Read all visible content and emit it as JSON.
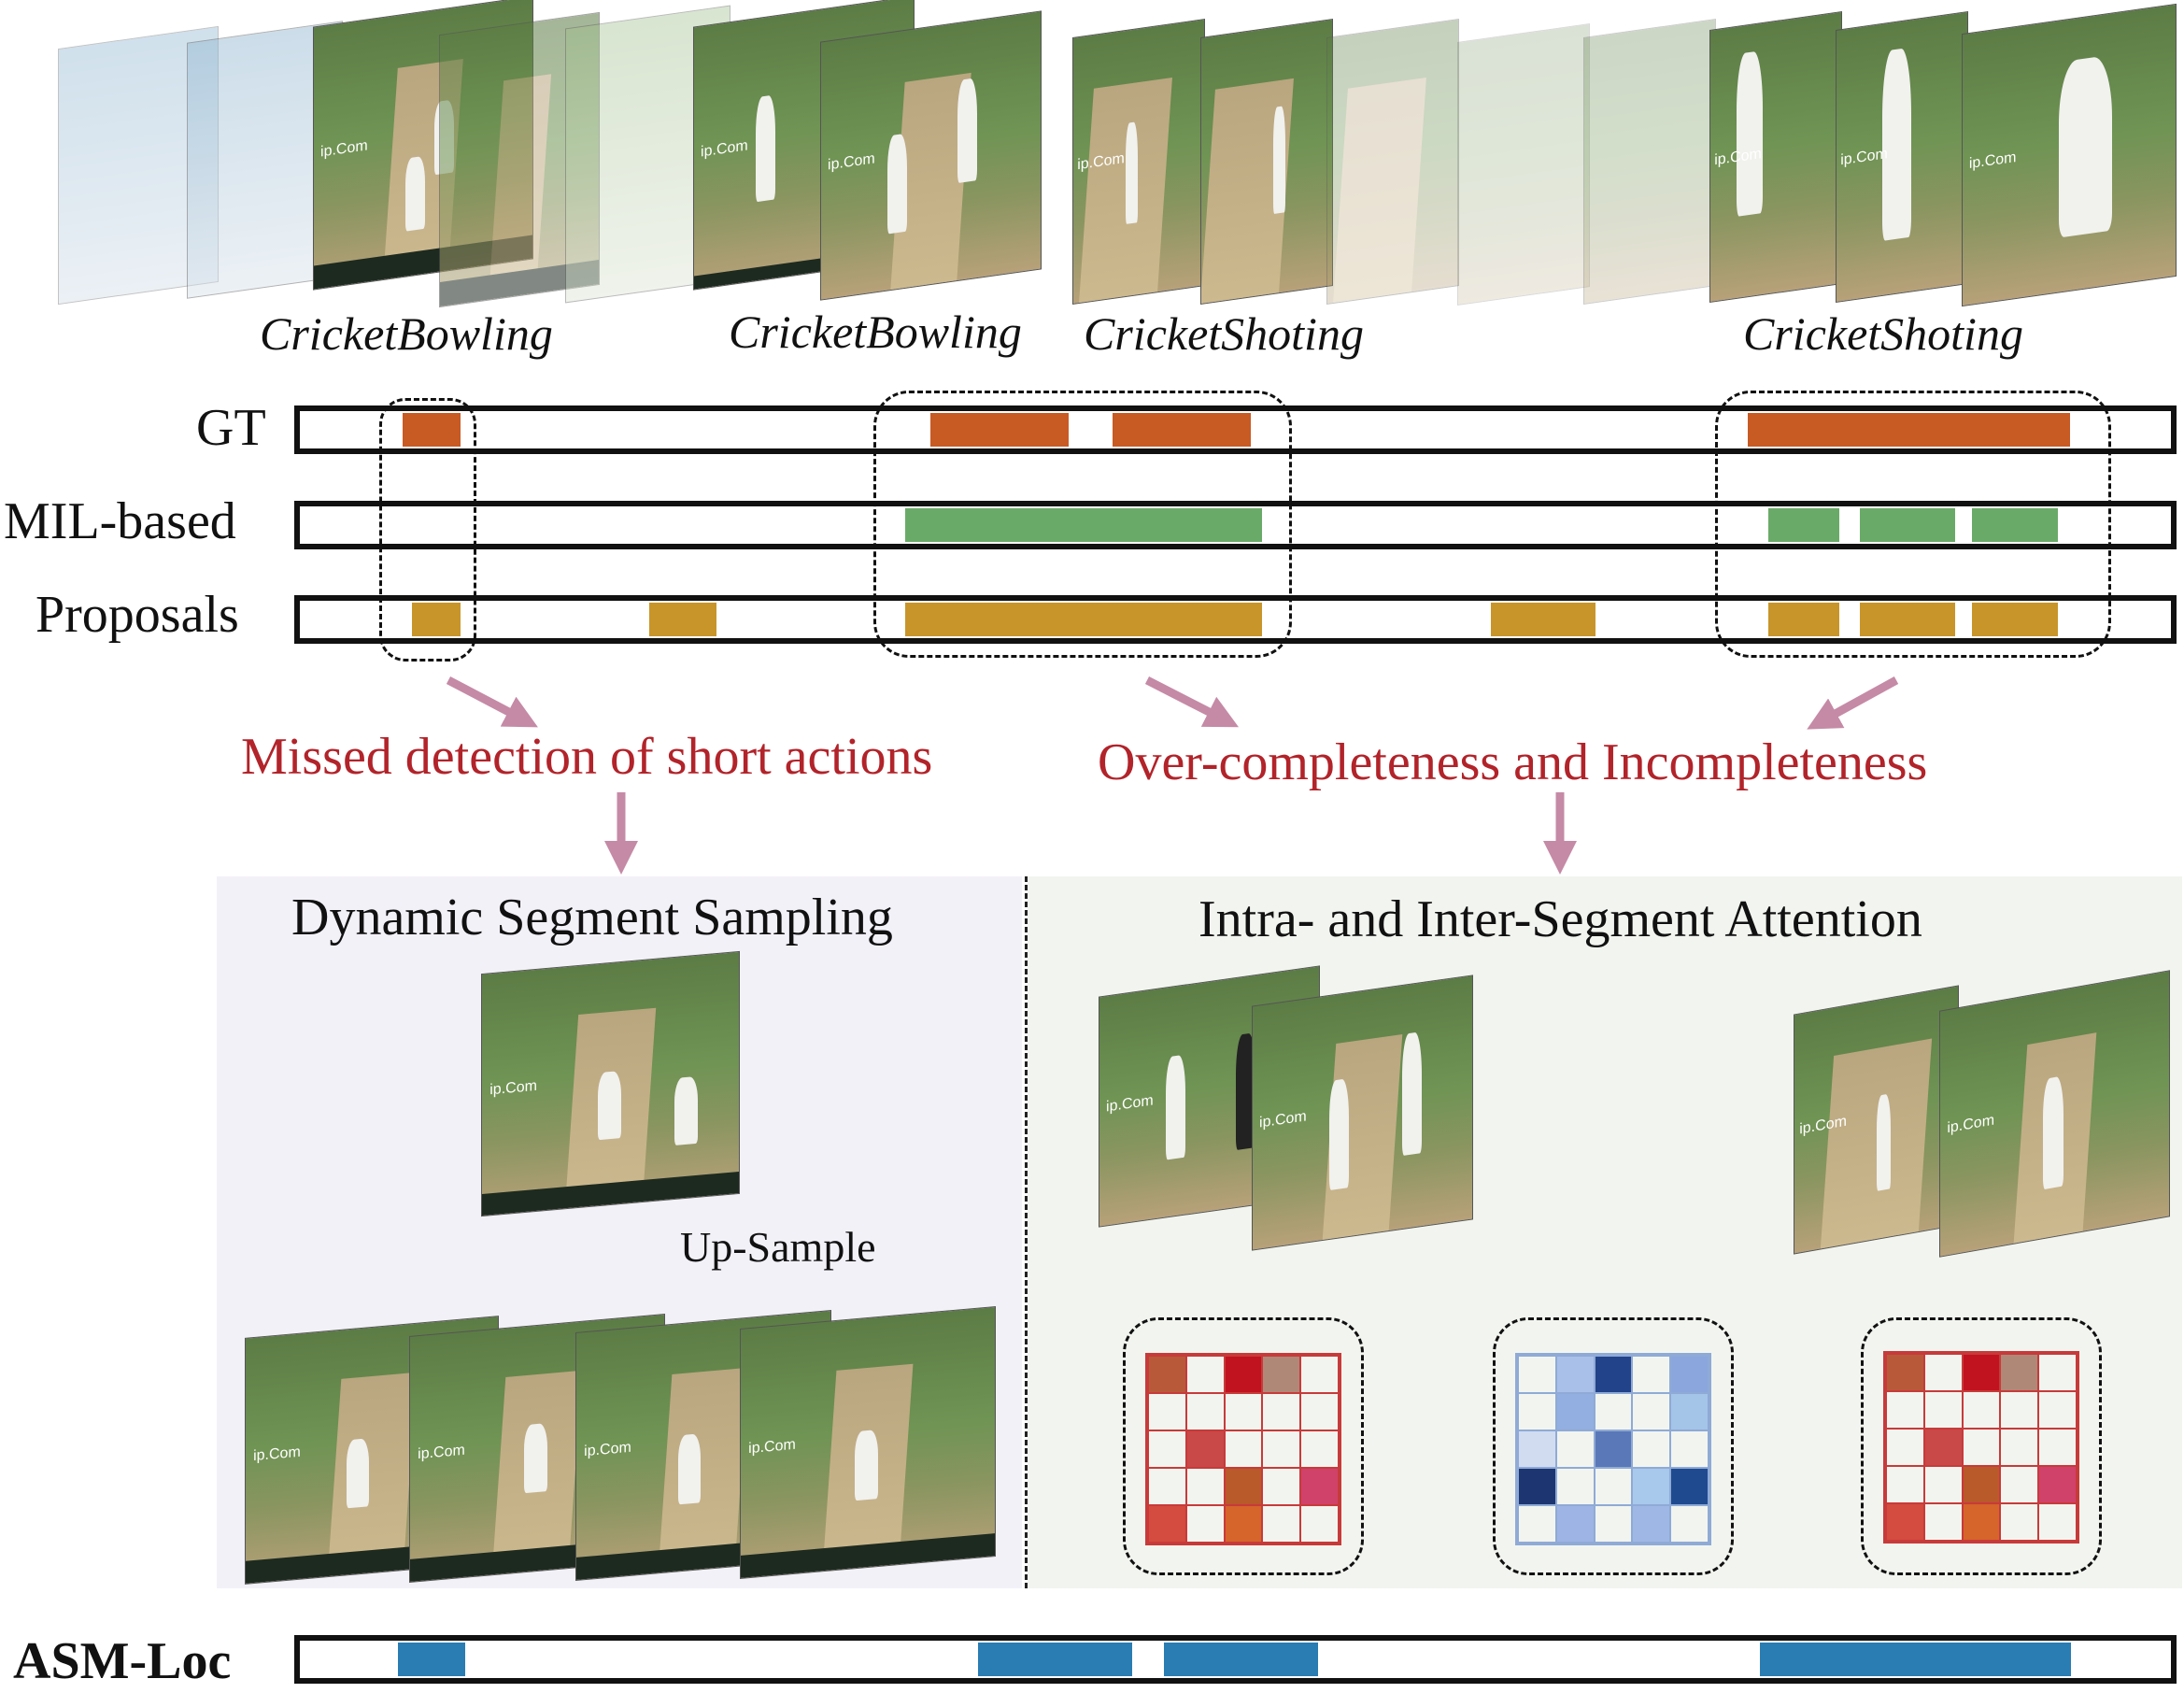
{
  "action_labels": [
    "CricketBowling",
    "CricketBowling",
    "CricketShoting",
    "CricketShoting"
  ],
  "rows": {
    "gt": "GT",
    "mil": "MIL-based",
    "proposals": "Proposals",
    "asm": "ASM-Loc"
  },
  "issues": {
    "short": "Missed detection of short actions",
    "complete": "Over-completeness and Incompleteness"
  },
  "panels": {
    "left_title": "Dynamic Segment Sampling",
    "right_title": "Intra- and Inter-Segment Attention",
    "upsample": "Up-Sample"
  },
  "colors": {
    "gt": "#c85a24",
    "mil": "#6aaa68",
    "proposals": "#c8952a",
    "asm": "#2a7db3",
    "issue_text": "#b2232a",
    "arrow_pink": "#c58aa6",
    "arrow_gray": "#bdbdbd",
    "panel_left": "#f3f1f8",
    "panel_right": "#f2f5ef"
  },
  "icons": [
    "film-frame-icon",
    "attention-matrix-icon",
    "arrow-icon"
  ]
}
